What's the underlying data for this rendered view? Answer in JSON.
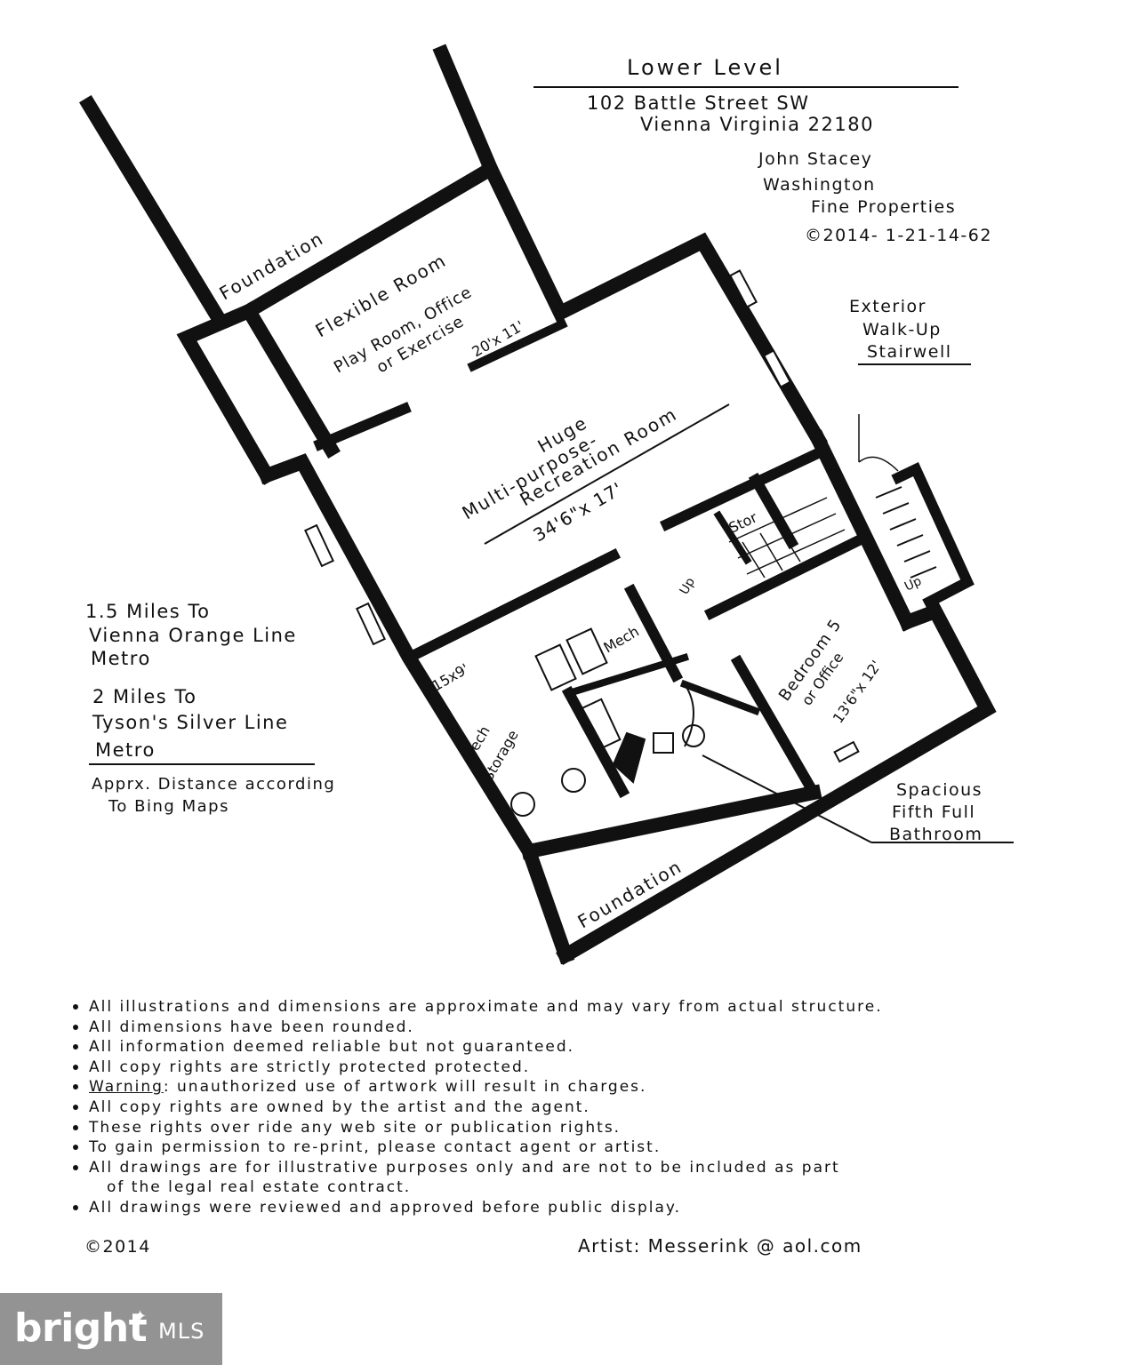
{
  "title": "Lower Level",
  "address_line1": "102 Battle Street SW",
  "address_line2": "Vienna Virginia 22180",
  "agent_line1": "John Stacey",
  "agent_line2": "Washington",
  "agent_line3": "Fine Properties",
  "agent_line4": "©2014- 1-21-14-62",
  "stairwell_line1": "Exterior",
  "stairwell_line2": "Walk-Up",
  "stairwell_line3": "Stairwell",
  "rooms": {
    "flex_name": "Flexible Room",
    "flex_use1": "Play Room, Office",
    "flex_use2": "or Exercise",
    "flex_dim": "20'x 11'",
    "rec_line1": "Huge",
    "rec_line2": "Multi-purpose-",
    "rec_line3": "Recreation Room",
    "rec_dim": "34'6\"x 17'",
    "stor": "Stor",
    "up1": "Up",
    "up2": "Up",
    "mech": "Mech",
    "mech_dim": "15x9'",
    "mech_storage1": "Mech",
    "mech_storage2": "Storage",
    "bedroom_line1": "Bedroom 5",
    "bedroom_line2": "or Office",
    "bedroom_dim": "13'6\"x 12'",
    "foundation_top": "Foundation",
    "foundation_bottom": "Foundation"
  },
  "bath_line1": "Spacious",
  "bath_line2": "Fifth Full",
  "bath_line3": "Bathroom",
  "distance_line1": "1.5 Miles To",
  "distance_line2": "Vienna Orange Line",
  "distance_line3": "Metro",
  "distance_line4": "2 Miles To",
  "distance_line5": "Tyson's Silver Line",
  "distance_line6": "Metro",
  "distance_note1": "Apprx. Distance according",
  "distance_note2": "To Bing Maps",
  "notes": {
    "n1": "All illustrations and dimensions are approximate and may vary from actual structure.",
    "n2": "All dimensions have been rounded.",
    "n3": "All information deemed reliable but not guaranteed.",
    "n4": "All copy rights are strictly protected protected.",
    "n5_warning": "Warning",
    "n5_rest": ": unauthorized use of artwork will result in charges.",
    "n6": "All copy rights are owned by the artist and the agent.",
    "n7": "These rights over ride any web site or publication rights.",
    "n8": "To gain permission to re-print, please contact agent or artist.",
    "n9a": "All drawings are for illustrative purposes only and are not to be included as part",
    "n9b": "of the legal real estate contract.",
    "n10": "All drawings were reviewed and approved before public display."
  },
  "copyright": "©2014",
  "artist": "Artist: Messerink @ aol.com",
  "logo_text": "bright",
  "logo_mls": "MLS"
}
